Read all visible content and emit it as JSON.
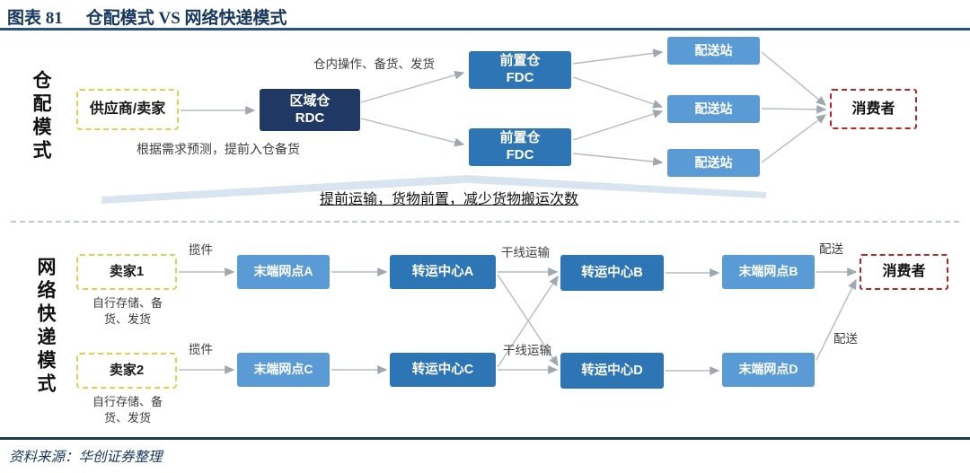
{
  "header": {
    "figure_label": "图表 81",
    "figure_title": "仓配模式 VS 网络快递模式"
  },
  "warehouse_model": {
    "section_label": "仓配模式",
    "supplier": "供应商/卖家",
    "forecast_note": "根据需求预测，提前入仓备货",
    "ops_note": "仓内操作、备货、发货",
    "rdc": "区域仓\nRDC",
    "fdc_top": "前置仓\nFDC",
    "fdc_bottom": "前置仓\nFDC",
    "station_1": "配送站",
    "station_2": "配送站",
    "station_3": "配送站",
    "consumer": "消费者",
    "banner": "提前运输，货物前置，减少货物搬运次数"
  },
  "express_model": {
    "section_label": "网络快递模式",
    "seller_1": "卖家1",
    "seller_2": "卖家2",
    "self_note_1": "自行存储、备\n货、发货",
    "self_note_2": "自行存储、备\n货、发货",
    "pickup_1": "揽件",
    "pickup_2": "揽件",
    "endpoint_a": "末端网点A",
    "endpoint_c": "末端网点C",
    "hub_a": "转运中心A",
    "hub_c": "转运中心C",
    "trunk_1": "干线运输",
    "trunk_2": "干线运输",
    "hub_b": "转运中心B",
    "hub_d": "转运中心D",
    "endpoint_b": "末端网点B",
    "endpoint_d": "末端网点D",
    "delivery_1": "配送",
    "delivery_2": "配送",
    "consumer": "消费者"
  },
  "footer": {
    "source": "资料来源：华创证券整理"
  },
  "colors": {
    "title_navy": "#17375e",
    "rdc_navy": "#1f3864",
    "hub_blue": "#2e75b6",
    "endpoint_blue": "#5b9bd5",
    "yellow_dash": "#e3cf49",
    "red_dash": "#c02121",
    "banner_fill": "#d9e4f1",
    "arrow_gray": "#b4bbc2"
  }
}
